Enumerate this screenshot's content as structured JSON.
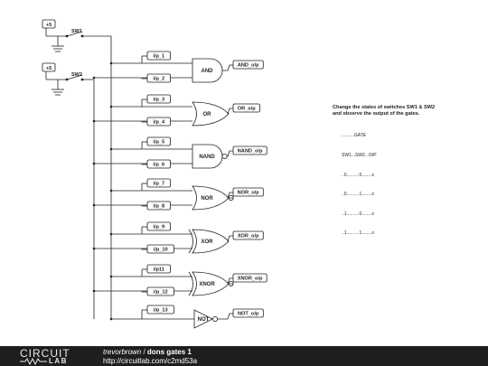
{
  "schematic": {
    "sources": [
      {
        "label": "+5",
        "switch": "SW1"
      },
      {
        "label": "+5",
        "switch": "SW2"
      }
    ],
    "gates": [
      {
        "type": "AND",
        "label": "AND",
        "inputs": [
          "i/p_1",
          "i/p_2"
        ],
        "output": "AND_o/p"
      },
      {
        "type": "OR",
        "label": "OR",
        "inputs": [
          "i/p_3",
          "i/p_4"
        ],
        "output": "OR_o/p"
      },
      {
        "type": "NAND",
        "label": "NAND",
        "inputs": [
          "i/p_5",
          "i/p_6"
        ],
        "output": "NAND_o/p"
      },
      {
        "type": "NOR",
        "label": "NOR",
        "inputs": [
          "i/p_7",
          "i/p_8"
        ],
        "output": "NOR_o/p"
      },
      {
        "type": "XOR",
        "label": "XOR",
        "inputs": [
          "i/p_9",
          "i/p_10"
        ],
        "output": "XOR_o/p"
      },
      {
        "type": "XNOR",
        "label": "XNOR",
        "inputs": [
          "i/p11",
          "i/p_12"
        ],
        "output": "XNOR_o/p"
      },
      {
        "type": "NOT",
        "label": "NOT",
        "inputs": [
          "i/p_13"
        ],
        "output": "NOT_o/p"
      }
    ]
  },
  "instructions": {
    "line1": "Change the states of switches SW1 & SW2",
    "line2": "and observe the output of the gates."
  },
  "truth_table": {
    "header1": "..........GATE",
    "header2": "SW1...SW2...O/P",
    "rows": [
      "..0..........0........x",
      "..0..........1........x",
      "..1..........0........x",
      "..1..........1........x"
    ]
  },
  "footer": {
    "logo_top": "CIRCUIT",
    "logo_bottom": "LAB",
    "author": "trevorbrown",
    "separator": " / ",
    "title": "dons gates 1",
    "url": "http://circuitlab.com/c2md53a"
  }
}
